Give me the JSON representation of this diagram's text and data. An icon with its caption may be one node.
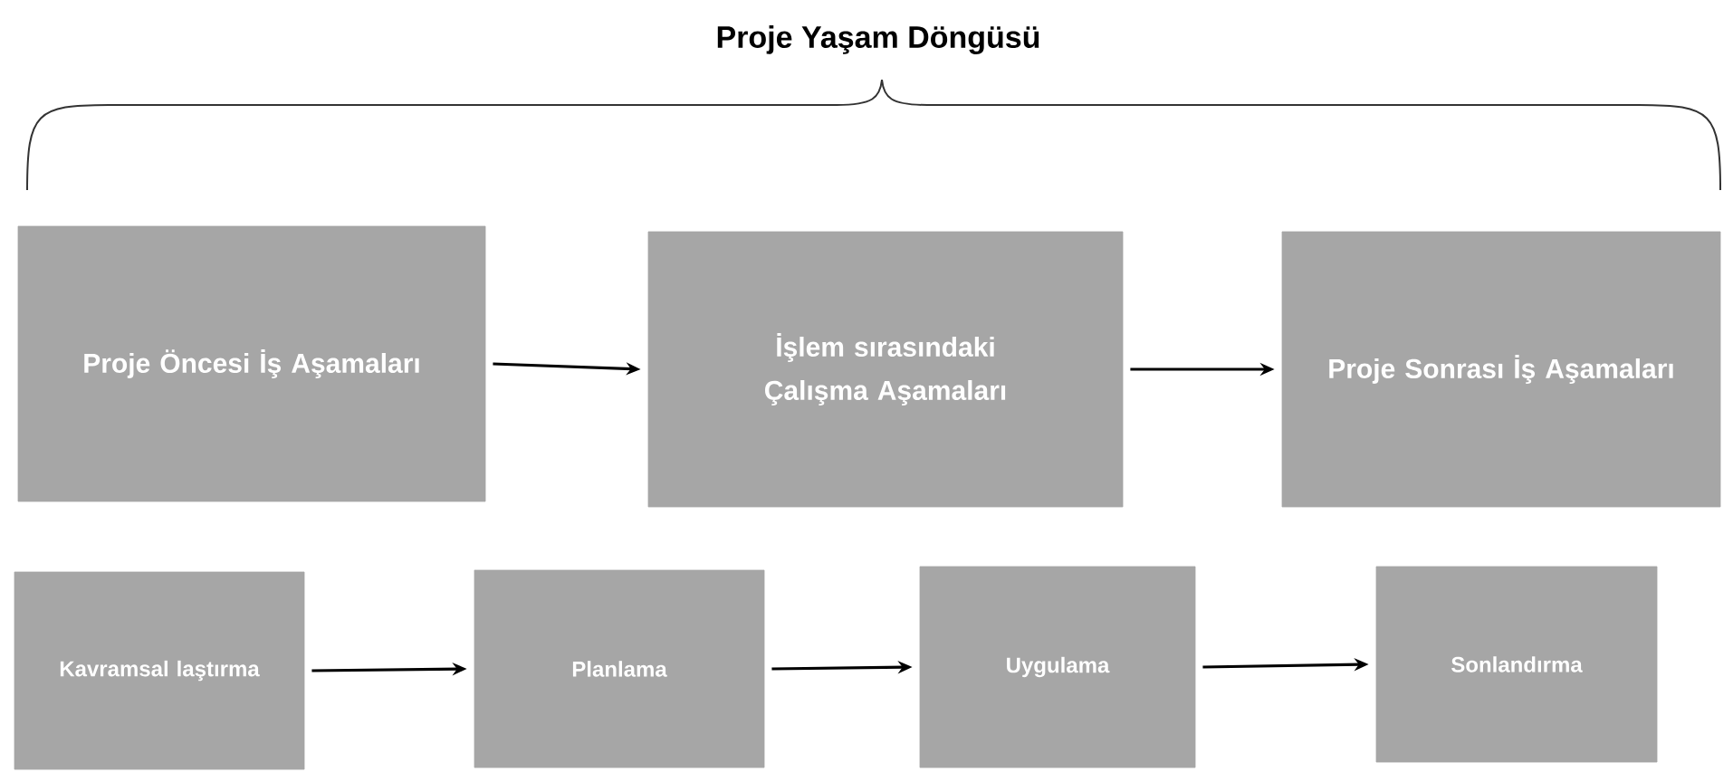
{
  "diagram": {
    "title": "Proje Yaşam Döngüsü",
    "nodes": [
      {
        "text": [
          "Proje Öncesi İş Aşamaları"
        ]
      },
      {
        "text": [
          "İşlem sırasındaki Çalışma Aşamaları"
        ]
      },
      {
        "text": [
          "Proje Sonrası İş Aşamaları"
        ]
      },
      {
        "text": [
          "Kavramsal laştırma"
        ]
      },
      {
        "text": [
          "Planlama"
        ]
      },
      {
        "text": [
          "Uygulama"
        ]
      },
      {
        "text": [
          "Sonlandırma"
        ]
      }
    ],
    "edges": [
      {
        "from": 0,
        "to": 1,
        "arrow": "to"
      },
      {
        "from": 1,
        "to": 2,
        "arrow": "to"
      },
      {
        "from": 3,
        "to": 4,
        "arrow": "to"
      },
      {
        "from": 4,
        "to": 5,
        "arrow": "to"
      },
      {
        "from": 5,
        "to": 6,
        "arrow": "to"
      }
    ]
  }
}
